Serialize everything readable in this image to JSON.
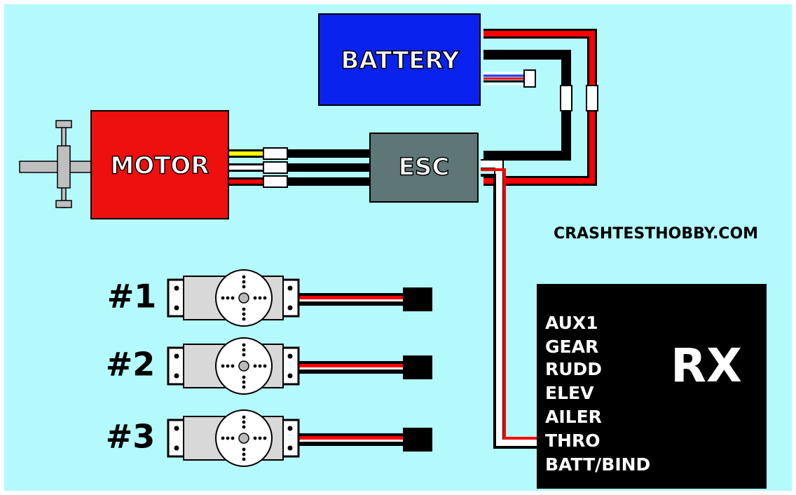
{
  "colors": {
    "background": "#b4fafc",
    "battery": "#0a22ee",
    "motor": "#ee0f0f",
    "esc": "#5f7676",
    "rx": "#000000",
    "wire_red": "#ff0000",
    "wire_black": "#000000",
    "wire_yellow": "#ffff00",
    "wire_white": "#ffffff",
    "wire_blue": "#2233ff",
    "servo_body": "#d8d8d8",
    "servo_horn": "#ffffff"
  },
  "battery": {
    "label": "BATTERY"
  },
  "motor": {
    "label": "MOTOR"
  },
  "esc": {
    "label": "ESC"
  },
  "watermark": {
    "text": "CRASHTESTHOBBY.COM"
  },
  "rx": {
    "label": "RX",
    "channels": [
      "AUX1",
      "GEAR",
      "RUDD",
      "ELEV",
      "AILER",
      "THRO",
      "BATT/BIND"
    ]
  },
  "servos": [
    {
      "label": "#1"
    },
    {
      "label": "#2"
    },
    {
      "label": "#3"
    }
  ]
}
